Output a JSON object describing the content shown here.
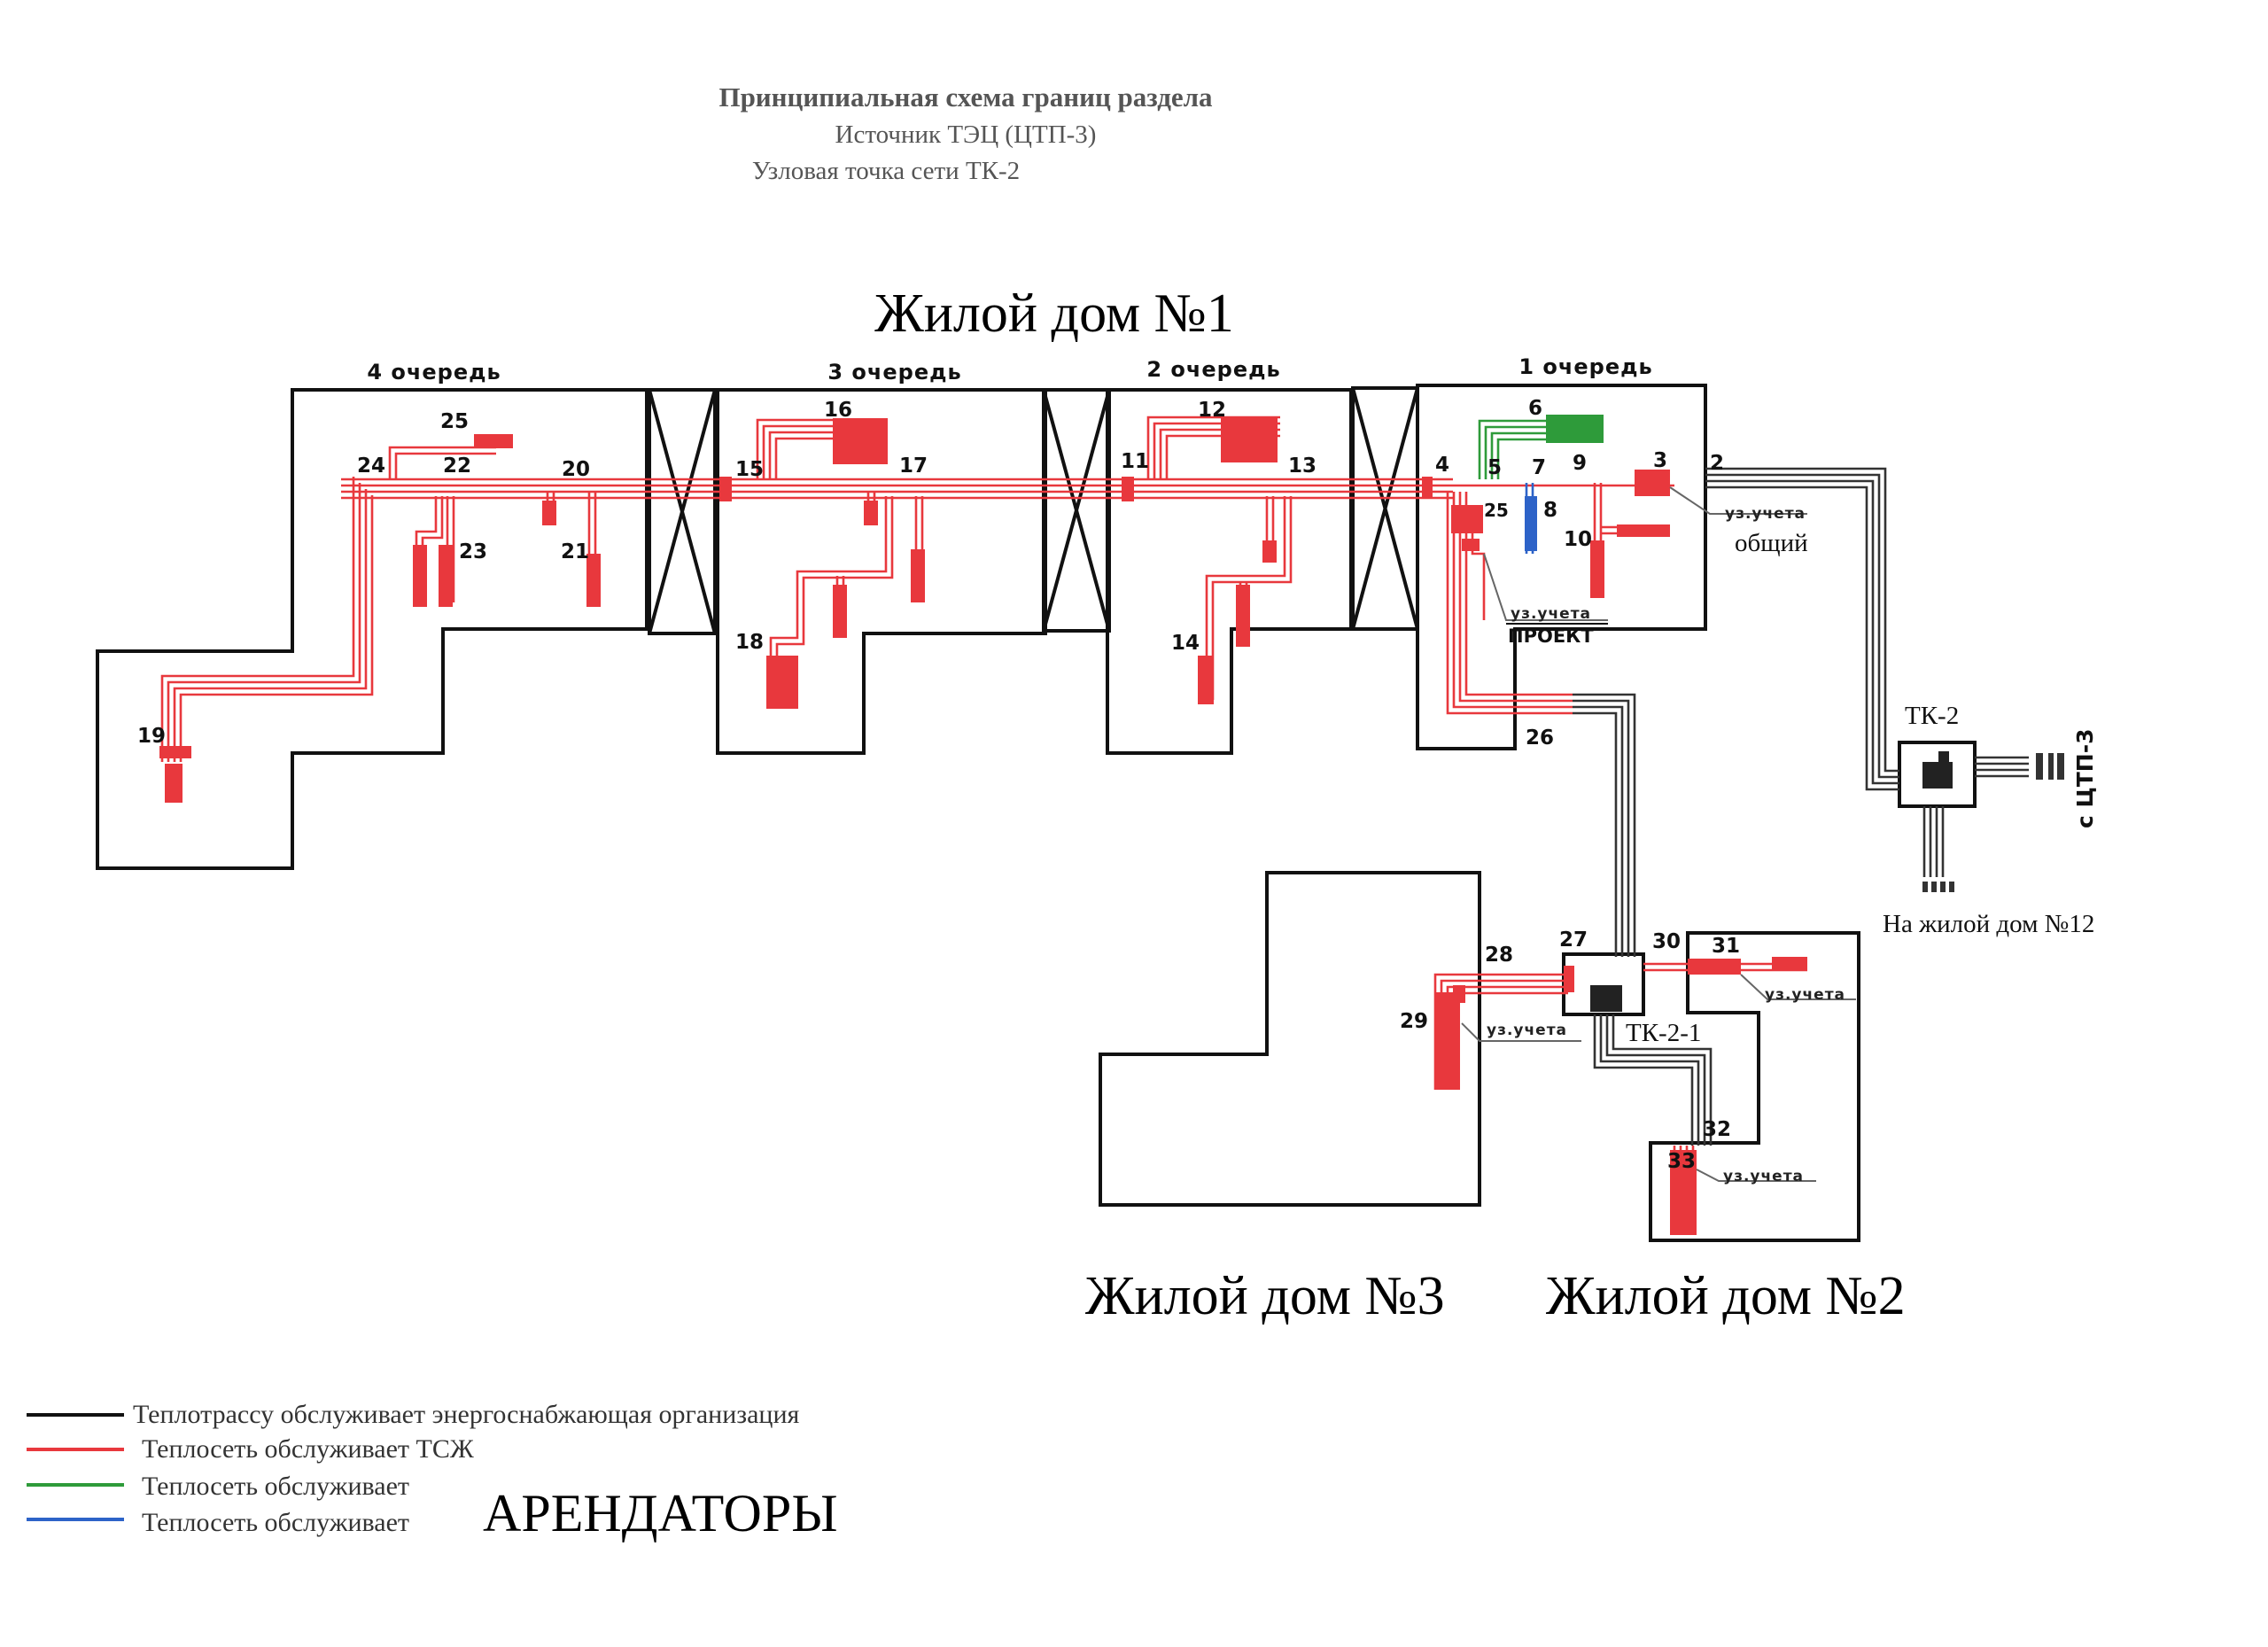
{
  "header": {
    "title": "Принципиальная схема границ раздела",
    "source": "Источник   ТЭЦ (ЦТП-3)",
    "node": "Узловая точка сети  ТК-2"
  },
  "buildings": {
    "house1": "Жилой дом №1",
    "house2": "Жилой дом №2",
    "house3": "Жилой дом №3"
  },
  "queues": [
    "4 очередь",
    "3 очередь",
    "2 очередь",
    "1 очередь"
  ],
  "points": [
    "25",
    "24",
    "22",
    "20",
    "23",
    "21",
    "19",
    "16",
    "15",
    "17",
    "18",
    "12",
    "11",
    "13",
    "14",
    "6",
    "4",
    "5",
    "7",
    "9",
    "3",
    "2",
    "25",
    "8",
    "10",
    "26",
    "27",
    "28",
    "29",
    "30",
    "31",
    "32",
    "33"
  ],
  "meters": {
    "general": "уз.учета",
    "general_caption": "общий",
    "project": "уз.учета",
    "project_caption": "ПРОЕКТ",
    "h3": "уз.учета",
    "h2a": "уз.учета",
    "h2b": "уз.учета"
  },
  "nodes": {
    "tk2": "ТК-2",
    "tk21": "ТК-2-1",
    "from_ctp": "с ЦТП-3",
    "to_house12": "На жилой дом №12"
  },
  "legend": [
    {
      "color": "#111111",
      "text": "Теплотрассу обслуживает  энергоснабжающая организация"
    },
    {
      "color": "#e8383d",
      "text": "Теплосеть обслуживает ТСЖ"
    },
    {
      "color": "#2e9b3a",
      "text": "Теплосеть обслуживает"
    },
    {
      "color": "#2d63c8",
      "text": "Теплосеть обслуживает"
    }
  ],
  "legend_big": "АРЕНДАТОРЫ"
}
